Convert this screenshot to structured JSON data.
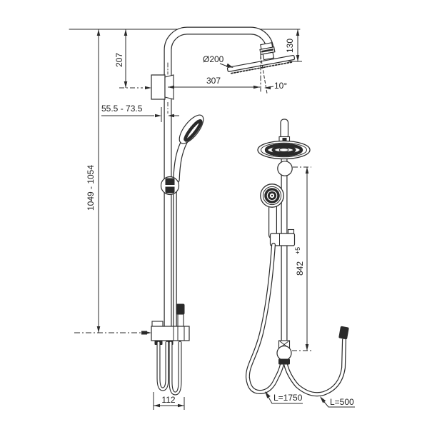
{
  "drawing": {
    "kind": "shower-column-technical-dimension-drawing",
    "views": {
      "left": "side view with wall-mount dimensions",
      "right": "front view with rail and hose lengths"
    },
    "colors": {
      "line": "#2a2a2a",
      "background": "#ffffff",
      "text": "#222222"
    }
  },
  "labels": {
    "total_height": "1049 - 1054",
    "upper_offset": "207",
    "head_height": "130",
    "head_diameter": "Ø200",
    "arm_reach": "307",
    "head_angle": "10°",
    "wall_distance": "55.5 - 73.5",
    "base_width": "112",
    "rail_length": "842",
    "rail_length_tolerance": "+5",
    "hose_hand_shower": "L=1750",
    "hose_supply": "L=500"
  }
}
